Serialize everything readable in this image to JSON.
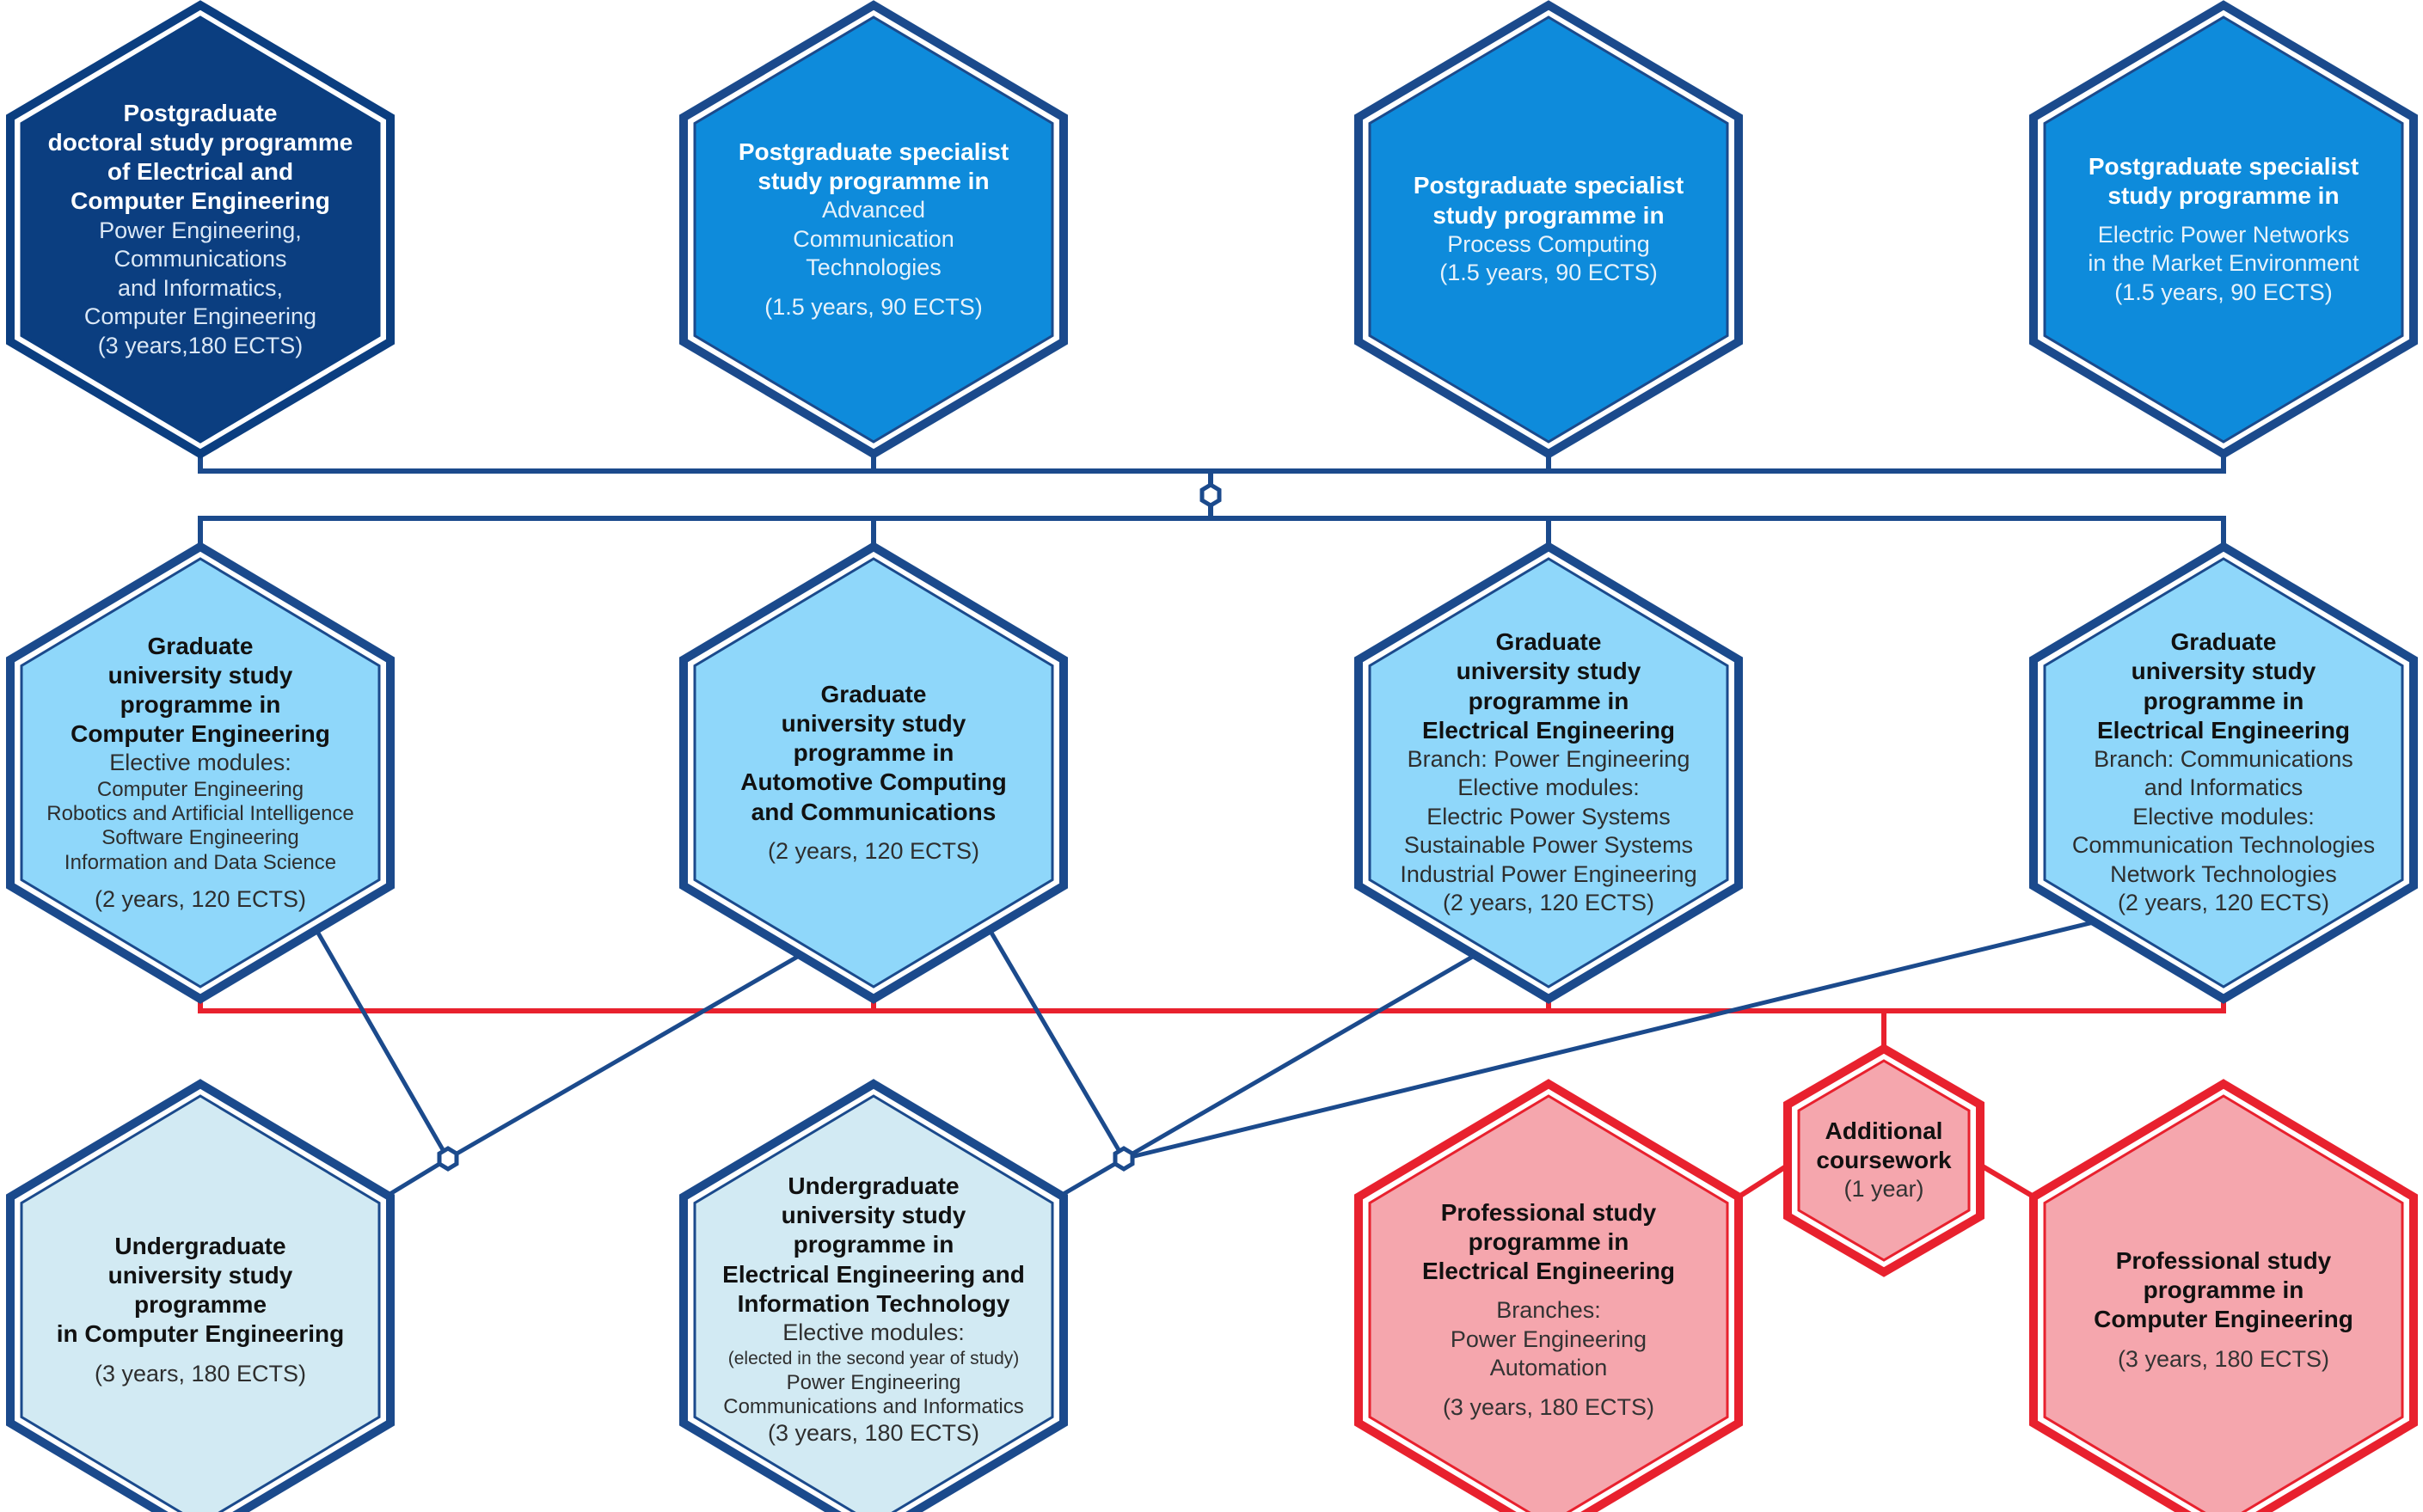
{
  "colors": {
    "navy": "#0b3e80",
    "blue": "#0e8bdb",
    "light_blue": "#8fd7fa",
    "pale_blue": "#d2eaf3",
    "red": "#e8212e",
    "pink": "#f5a6ad",
    "connector_blue": "#1b4a8c",
    "connector_red": "#e8212e"
  },
  "nodes": [
    {
      "id": "doctoral",
      "style": "navy",
      "lines": [
        {
          "text": "Postgraduate",
          "cls": "t"
        },
        {
          "text": "doctoral study programme",
          "cls": "t"
        },
        {
          "text": "of Electrical and",
          "cls": "t"
        },
        {
          "text": "Computer Engineering",
          "cls": "t"
        },
        {
          "text": "Power Engineering,",
          "cls": "s"
        },
        {
          "text": "Communications",
          "cls": "s"
        },
        {
          "text": "and Informatics,",
          "cls": "s"
        },
        {
          "text": "Computer Engineering",
          "cls": "s"
        },
        {
          "text": "(3 years,180 ECTS)",
          "cls": "s"
        }
      ]
    },
    {
      "id": "spec-comm",
      "style": "blue",
      "lines": [
        {
          "text": "Postgraduate specialist",
          "cls": "t"
        },
        {
          "text": "study programme in",
          "cls": "t"
        },
        {
          "text": "Advanced",
          "cls": "s"
        },
        {
          "text": "Communication",
          "cls": "s"
        },
        {
          "text": "Technologies",
          "cls": "s"
        },
        {
          "text": "(1.5 years, 90 ECTS)",
          "cls": "s gap"
        }
      ]
    },
    {
      "id": "spec-process",
      "style": "blue",
      "lines": [
        {
          "text": "Postgraduate specialist",
          "cls": "t"
        },
        {
          "text": "study programme in",
          "cls": "t"
        },
        {
          "text": "Process Computing",
          "cls": "s"
        },
        {
          "text": "(1.5 years, 90 ECTS)",
          "cls": "s"
        }
      ]
    },
    {
      "id": "spec-power",
      "style": "blue",
      "lines": [
        {
          "text": "Postgraduate specialist",
          "cls": "t"
        },
        {
          "text": "study programme in",
          "cls": "t"
        },
        {
          "text": "Electric Power Networks",
          "cls": "s gap"
        },
        {
          "text": "in the Market Environment",
          "cls": "s"
        },
        {
          "text": "(1.5 years, 90 ECTS)",
          "cls": "s"
        }
      ]
    },
    {
      "id": "grad-ce",
      "style": "light",
      "lines": [
        {
          "text": "Graduate",
          "cls": "t"
        },
        {
          "text": "university study",
          "cls": "t"
        },
        {
          "text": "programme in",
          "cls": "t"
        },
        {
          "text": "Computer Engineering",
          "cls": "t"
        },
        {
          "text": "Elective modules:",
          "cls": "s"
        },
        {
          "text": "Computer Engineering",
          "cls": "m"
        },
        {
          "text": "Robotics and Artificial Intelligence",
          "cls": "m"
        },
        {
          "text": "Software Engineering",
          "cls": "m"
        },
        {
          "text": "Information and Data Science",
          "cls": "m"
        },
        {
          "text": "(2 years, 120 ECTS)",
          "cls": "s gap"
        }
      ]
    },
    {
      "id": "grad-auto",
      "style": "light",
      "lines": [
        {
          "text": "Graduate",
          "cls": "t"
        },
        {
          "text": "university study",
          "cls": "t"
        },
        {
          "text": "programme in",
          "cls": "t"
        },
        {
          "text": "Automotive Computing",
          "cls": "t"
        },
        {
          "text": "and Communications",
          "cls": "t"
        },
        {
          "text": "(2 years, 120 ECTS)",
          "cls": "s gap"
        }
      ]
    },
    {
      "id": "grad-ee-power",
      "style": "light",
      "lines": [
        {
          "text": "Graduate",
          "cls": "t"
        },
        {
          "text": "university study",
          "cls": "t"
        },
        {
          "text": "programme in",
          "cls": "t"
        },
        {
          "text": "Electrical Engineering",
          "cls": "t"
        },
        {
          "text": "Branch: Power Engineering",
          "cls": "s"
        },
        {
          "text": "Elective modules:",
          "cls": "s"
        },
        {
          "text": "Electric Power Systems",
          "cls": "s"
        },
        {
          "text": "Sustainable Power Systems",
          "cls": "s"
        },
        {
          "text": "Industrial Power Engineering",
          "cls": "s"
        },
        {
          "text": "(2 years, 120 ECTS)",
          "cls": "s"
        }
      ]
    },
    {
      "id": "grad-ee-comm",
      "style": "light",
      "lines": [
        {
          "text": "Graduate",
          "cls": "t"
        },
        {
          "text": "university study",
          "cls": "t"
        },
        {
          "text": "programme in",
          "cls": "t"
        },
        {
          "text": "Electrical Engineering",
          "cls": "t"
        },
        {
          "text": "Branch: Communications",
          "cls": "s"
        },
        {
          "text": "and Informatics",
          "cls": "s"
        },
        {
          "text": "Elective modules:",
          "cls": "s"
        },
        {
          "text": "Communication Technologies",
          "cls": "s"
        },
        {
          "text": "Network Technologies",
          "cls": "s"
        },
        {
          "text": "(2 years, 120 ECTS)",
          "cls": "s"
        }
      ]
    },
    {
      "id": "ug-ce",
      "style": "pale",
      "lines": [
        {
          "text": "Undergraduate",
          "cls": "t"
        },
        {
          "text": "university study",
          "cls": "t"
        },
        {
          "text": "programme",
          "cls": "t"
        },
        {
          "text": "in Computer Engineering",
          "cls": "t"
        },
        {
          "text": "(3 years, 180 ECTS)",
          "cls": "s gap"
        }
      ]
    },
    {
      "id": "ug-eeit",
      "style": "pale",
      "lines": [
        {
          "text": "Undergraduate",
          "cls": "t"
        },
        {
          "text": "university study",
          "cls": "t"
        },
        {
          "text": "programme in",
          "cls": "t"
        },
        {
          "text": "Electrical Engineering and",
          "cls": "t"
        },
        {
          "text": "Information Technology",
          "cls": "t"
        },
        {
          "text": "Elective modules:",
          "cls": "s"
        },
        {
          "text": "(elected in the second year of study)",
          "cls": "xs"
        },
        {
          "text": "Power Engineering",
          "cls": "m"
        },
        {
          "text": "Communications and Informatics",
          "cls": "m"
        },
        {
          "text": "(3 years, 180 ECTS)",
          "cls": "s"
        }
      ]
    },
    {
      "id": "prof-ee",
      "style": "pink",
      "lines": [
        {
          "text": "Professional study",
          "cls": "t"
        },
        {
          "text": "programme in",
          "cls": "t"
        },
        {
          "text": "Electrical Engineering",
          "cls": "t"
        },
        {
          "text": "Branches:",
          "cls": "s gap"
        },
        {
          "text": "Power Engineering",
          "cls": "s"
        },
        {
          "text": "Automation",
          "cls": "s"
        },
        {
          "text": "(3 years, 180 ECTS)",
          "cls": "s gap"
        }
      ]
    },
    {
      "id": "additional",
      "style": "pink-small",
      "lines": [
        {
          "text": "Additional",
          "cls": "t"
        },
        {
          "text": "coursework",
          "cls": "t"
        },
        {
          "text": "(1 year)",
          "cls": "s"
        }
      ]
    },
    {
      "id": "prof-ce",
      "style": "pink",
      "lines": [
        {
          "text": "Professional study",
          "cls": "t"
        },
        {
          "text": "programme in",
          "cls": "t"
        },
        {
          "text": "Computer Engineering",
          "cls": "t"
        },
        {
          "text": "(3 years, 180 ECTS)",
          "cls": "s gap"
        }
      ]
    }
  ]
}
